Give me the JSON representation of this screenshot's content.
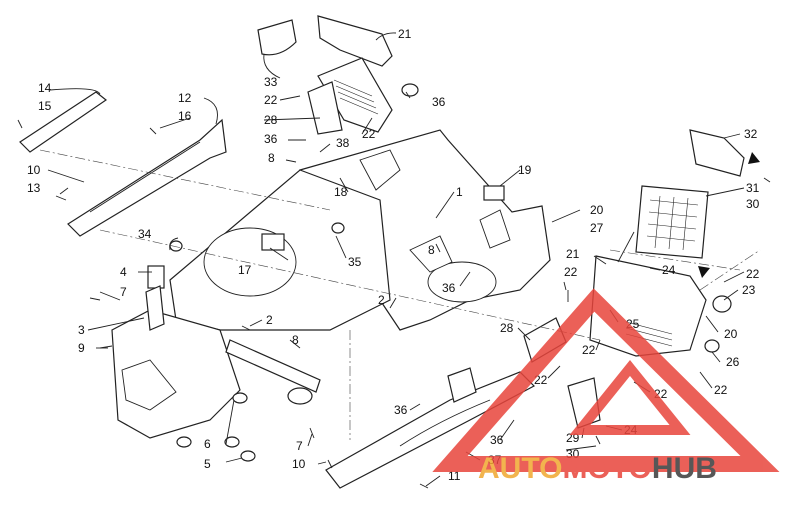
{
  "callouts": [
    {
      "id": "c14",
      "text": "14"
    },
    {
      "id": "c15",
      "text": "15"
    },
    {
      "id": "c12",
      "text": "12"
    },
    {
      "id": "c16",
      "text": "16"
    },
    {
      "id": "c10a",
      "text": "10"
    },
    {
      "id": "c13",
      "text": "13"
    },
    {
      "id": "c33",
      "text": "33"
    },
    {
      "id": "c21a",
      "text": "21"
    },
    {
      "id": "c22a",
      "text": "22"
    },
    {
      "id": "c28a",
      "text": "28"
    },
    {
      "id": "c36a",
      "text": "36"
    },
    {
      "id": "c22b",
      "text": "22"
    },
    {
      "id": "c36b",
      "text": "36"
    },
    {
      "id": "c38",
      "text": "38"
    },
    {
      "id": "c8a",
      "text": "8"
    },
    {
      "id": "c18",
      "text": "18"
    },
    {
      "id": "c19",
      "text": "19"
    },
    {
      "id": "c1",
      "text": "1"
    },
    {
      "id": "c20a",
      "text": "20"
    },
    {
      "id": "c32",
      "text": "32"
    },
    {
      "id": "c31",
      "text": "31"
    },
    {
      "id": "c30a",
      "text": "30"
    },
    {
      "id": "c34",
      "text": "34"
    },
    {
      "id": "c17",
      "text": "17"
    },
    {
      "id": "c35",
      "text": "35"
    },
    {
      "id": "c8b",
      "text": "8"
    },
    {
      "id": "c21b",
      "text": "21"
    },
    {
      "id": "c27",
      "text": "27"
    },
    {
      "id": "c22c",
      "text": "22"
    },
    {
      "id": "c24a",
      "text": "24"
    },
    {
      "id": "c22d",
      "text": "22"
    },
    {
      "id": "c23",
      "text": "23"
    },
    {
      "id": "c4",
      "text": "4"
    },
    {
      "id": "c7a",
      "text": "7"
    },
    {
      "id": "c36c",
      "text": "36"
    },
    {
      "id": "c2a",
      "text": "2"
    },
    {
      "id": "c20b",
      "text": "20"
    },
    {
      "id": "c3",
      "text": "3"
    },
    {
      "id": "c2b",
      "text": "2"
    },
    {
      "id": "c28b",
      "text": "28"
    },
    {
      "id": "c25",
      "text": "25"
    },
    {
      "id": "c9",
      "text": "9"
    },
    {
      "id": "c8c",
      "text": "8"
    },
    {
      "id": "c22e",
      "text": "22"
    },
    {
      "id": "c26",
      "text": "26"
    },
    {
      "id": "c22f",
      "text": "22"
    },
    {
      "id": "c22g",
      "text": "22"
    },
    {
      "id": "c22h",
      "text": "22"
    },
    {
      "id": "c36d",
      "text": "36"
    },
    {
      "id": "c6",
      "text": "6"
    },
    {
      "id": "c36e",
      "text": "36"
    },
    {
      "id": "c29",
      "text": "29"
    },
    {
      "id": "c24b",
      "text": "24"
    },
    {
      "id": "c5",
      "text": "5"
    },
    {
      "id": "c7b",
      "text": "7"
    },
    {
      "id": "c37",
      "text": "37"
    },
    {
      "id": "c30b",
      "text": "30"
    },
    {
      "id": "c10b",
      "text": "10"
    },
    {
      "id": "c11",
      "text": "11"
    }
  ],
  "watermark": {
    "word_auto": "AUTO",
    "word_moto": "MOTO",
    "word_hub": "HUB",
    "color_auto": "#f0a830",
    "color_moto": "#e8453c",
    "color_hub": "#3a3a3a"
  }
}
